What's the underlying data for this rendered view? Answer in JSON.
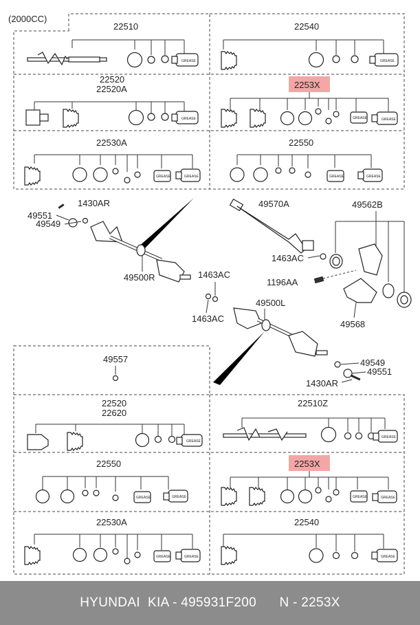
{
  "engine_note": "(2000CC)",
  "kits": {
    "k1": "22510",
    "k2": "22540",
    "k3a": "22520",
    "k3b": "22520A",
    "k4": "2253X",
    "k5": "22530A",
    "k6": "22550",
    "k7a": "22520",
    "k7b": "22620",
    "k8": "22510Z",
    "k9": "22550",
    "k10": "2253X",
    "k11": "22530A",
    "k12": "22540",
    "single": "49557"
  },
  "callouts": {
    "c1430ar_top": "1430AR",
    "c49551_top": "49551",
    "c49549_top": "49549",
    "c49500r": "49500R",
    "c1463ac_a": "1463AC",
    "c1463ac_b": "1463AC",
    "c49570a": "49570A",
    "c49562b": "49562B",
    "c1463ac_c": "1463AC",
    "c1196aa": "1196AA",
    "c49568": "49568",
    "c49500l": "49500L",
    "c49549_bot": "49549",
    "c49551_bot": "49551",
    "c1430ar_bot": "1430AR"
  },
  "grease": "GREASE",
  "highlight_color": "#f4a6a6",
  "footer": "HYUNDAI  KIA - 495931F200      N - 2253X"
}
